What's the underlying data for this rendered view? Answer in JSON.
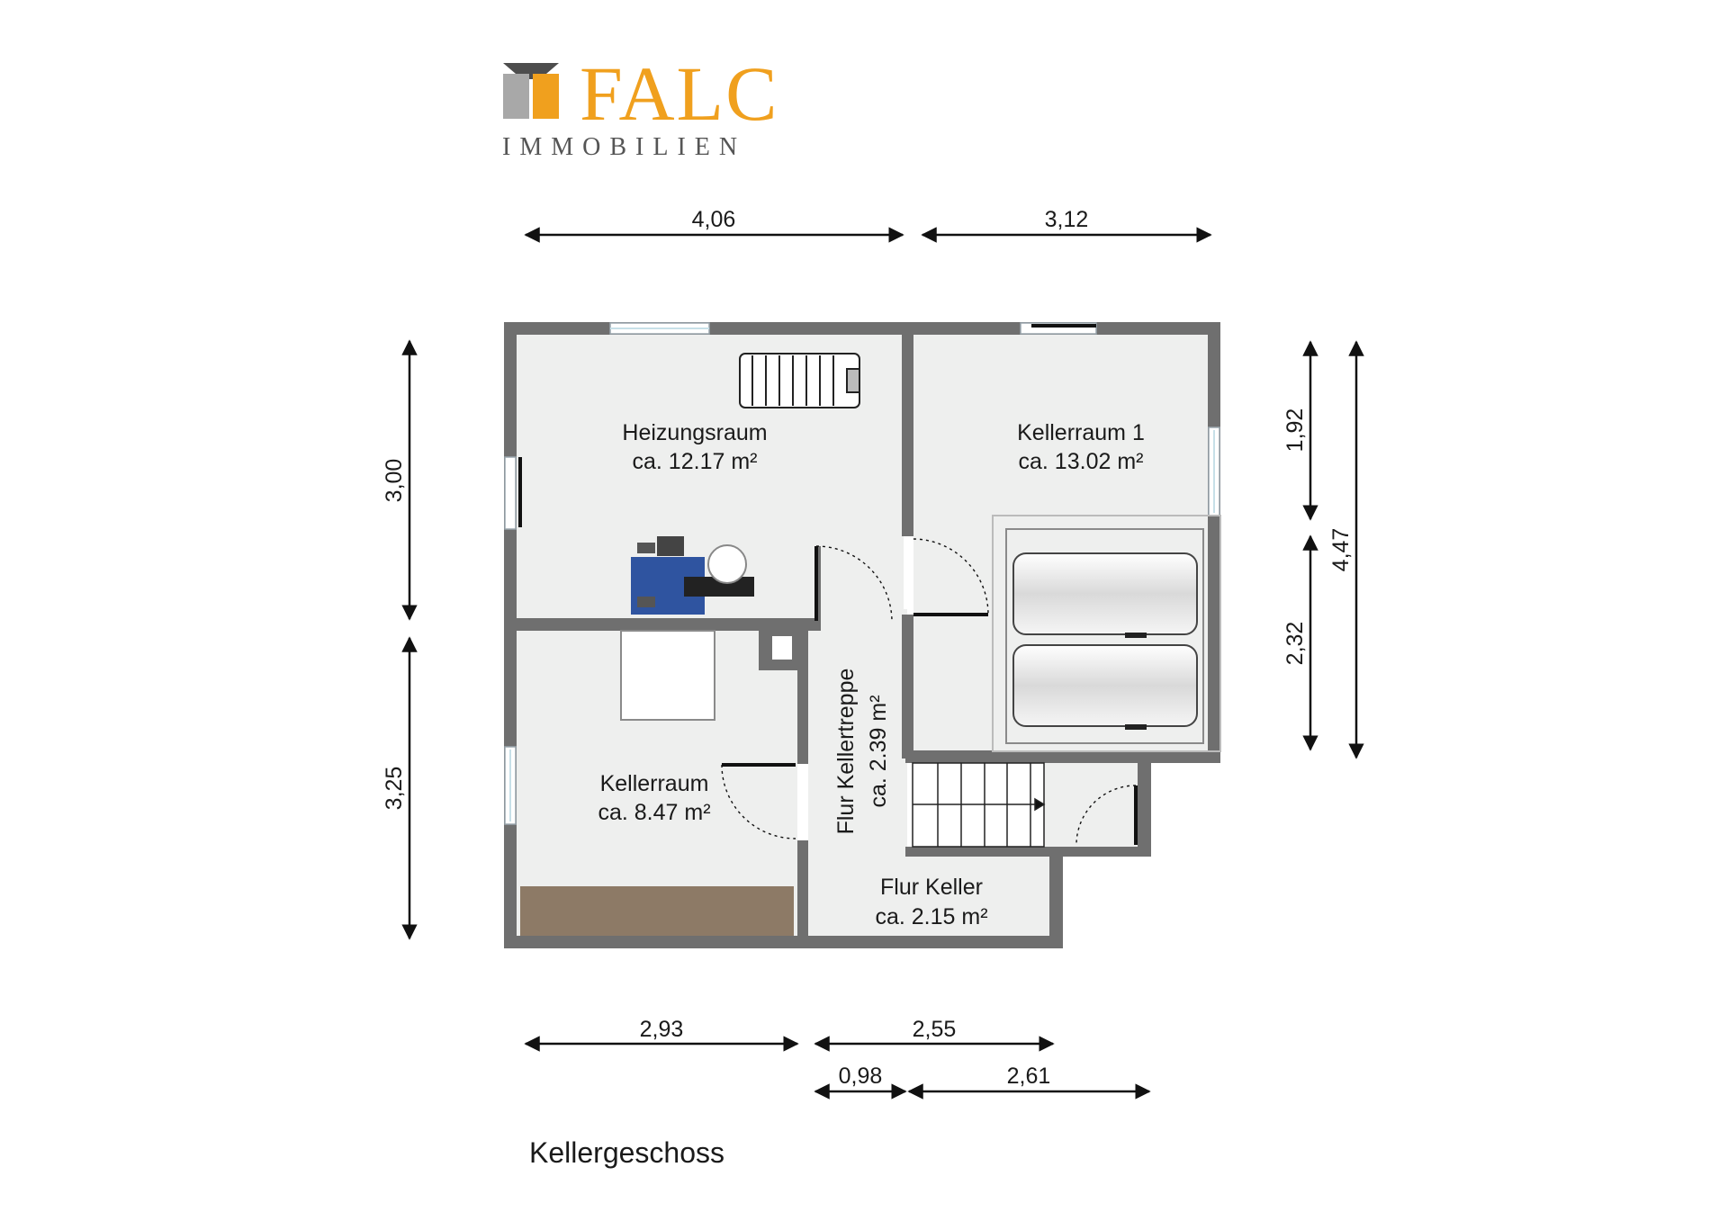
{
  "logo": {
    "name": "FALC",
    "subtitle": "IMMOBILIEN",
    "colors": {
      "orange": "#f0a01e",
      "gray": "#555555",
      "light_gray": "#a8a8a8"
    }
  },
  "floor_title": "Kellergeschoss",
  "rooms": {
    "heizung": {
      "name": "Heizungsraum",
      "area": "ca. 12.17 m²"
    },
    "keller1": {
      "name": "Kellerraum 1",
      "area": "ca. 13.02 m²"
    },
    "keller": {
      "name": "Kellerraum",
      "area": "ca. 8.47 m²"
    },
    "flur_treppe": {
      "name": "Flur Kellertreppe",
      "area": "ca. 2.39 m²"
    },
    "flur_keller": {
      "name": "Flur Keller",
      "area": "ca. 2.15 m²"
    }
  },
  "dimensions": {
    "top_left": "4,06",
    "top_right": "3,12",
    "left_top": "3,00",
    "left_bottom": "3,25",
    "right_upper": "1,92",
    "right_lower": "2,32",
    "right_total": "4,47",
    "bottom_left": "2,93",
    "bottom_mid": "2,55",
    "bottom_small": "0,98",
    "bottom_right": "2,61"
  },
  "colors": {
    "wall": "#6f6f6f",
    "floor": "#eeefee",
    "wood": "#8d7a66",
    "boiler": "#2f54a0"
  }
}
